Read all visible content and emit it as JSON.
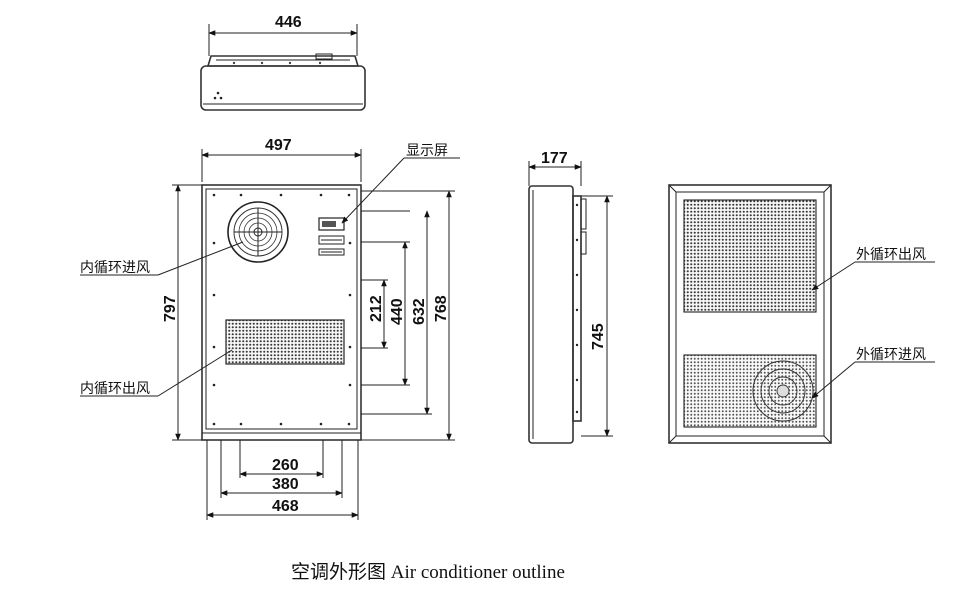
{
  "dimensions": {
    "top_width": "446",
    "front_width": "497",
    "front_height": "797",
    "side_depth": "177",
    "side_height": "745",
    "v_212": "212",
    "v_440": "440",
    "v_632": "632",
    "v_768": "768",
    "h_260": "260",
    "h_380": "380",
    "h_468": "468"
  },
  "labels": {
    "display": "显示屏",
    "inner_inlet": "内循环进风",
    "inner_outlet": "内循环出风",
    "outer_outlet": "外循环出风",
    "outer_inlet": "外循环进风"
  },
  "caption": "空调外形图  Air conditioner outline",
  "colors": {
    "line": "#222222",
    "grille": "#444444",
    "panel": "#f4f4f4"
  }
}
